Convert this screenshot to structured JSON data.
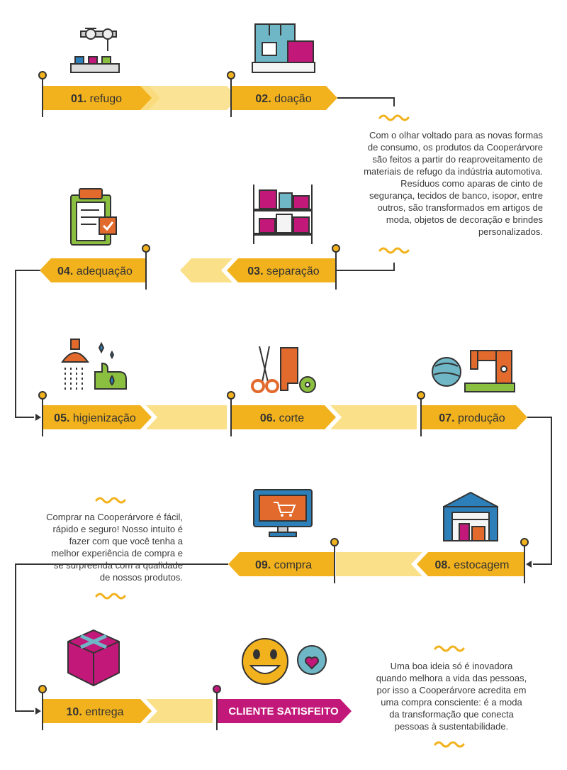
{
  "steps": [
    {
      "num": "01.",
      "label": "refugo"
    },
    {
      "num": "02.",
      "label": "doação"
    },
    {
      "num": "03.",
      "label": "separação"
    },
    {
      "num": "04.",
      "label": "adequação"
    },
    {
      "num": "05.",
      "label": "higienização"
    },
    {
      "num": "06.",
      "label": "corte"
    },
    {
      "num": "07.",
      "label": "produção"
    },
    {
      "num": "08.",
      "label": "estocagem"
    },
    {
      "num": "09.",
      "label": "compra"
    },
    {
      "num": "10.",
      "label": "entrega"
    }
  ],
  "final_label": "CLIENTE SATISFEITO",
  "text_doacao": "Com o olhar voltado para as novas formas de consumo, os produtos da Cooperárvore são feitos a partir do reaproveitamento de materiais de refugo da indústria automotiva. Resíduos como aparas de cinto de segurança, tecidos de banco, isopor, entre outros, são transformados em artigos de moda, objetos de decoração e brindes personalizados.",
  "text_compra": "Comprar na Cooperárvore é fácil, rápido e seguro! Nosso intuito é fazer com que você tenha a melhor experiência de compra e se surpreenda com a qualidade de nossos produtos.",
  "text_final": "Uma boa ideia só é inovadora quando melhora a vida das pessoas, por isso a Cooperárvore acredita em uma compra consciente: é a moda da transformação que conecta pessoas à sustentabilidade.",
  "colors": {
    "accent": "#F2B21D",
    "accent_light": "#FBE08A",
    "magenta": "#C2187A",
    "teal": "#6FB7C6",
    "green": "#8BBF3F",
    "orange": "#E26A2C",
    "blue": "#2C7FB8",
    "line": "#333333"
  },
  "icons": [
    "robot-arm-icon",
    "donation-boxes-icon",
    "clipboard-icon",
    "shelves-icon",
    "hygiene-icon",
    "scissors-tape-icon",
    "sewing-machine-icon",
    "warehouse-icon",
    "computer-cart-icon",
    "gift-box-icon",
    "smiley-icon"
  ]
}
